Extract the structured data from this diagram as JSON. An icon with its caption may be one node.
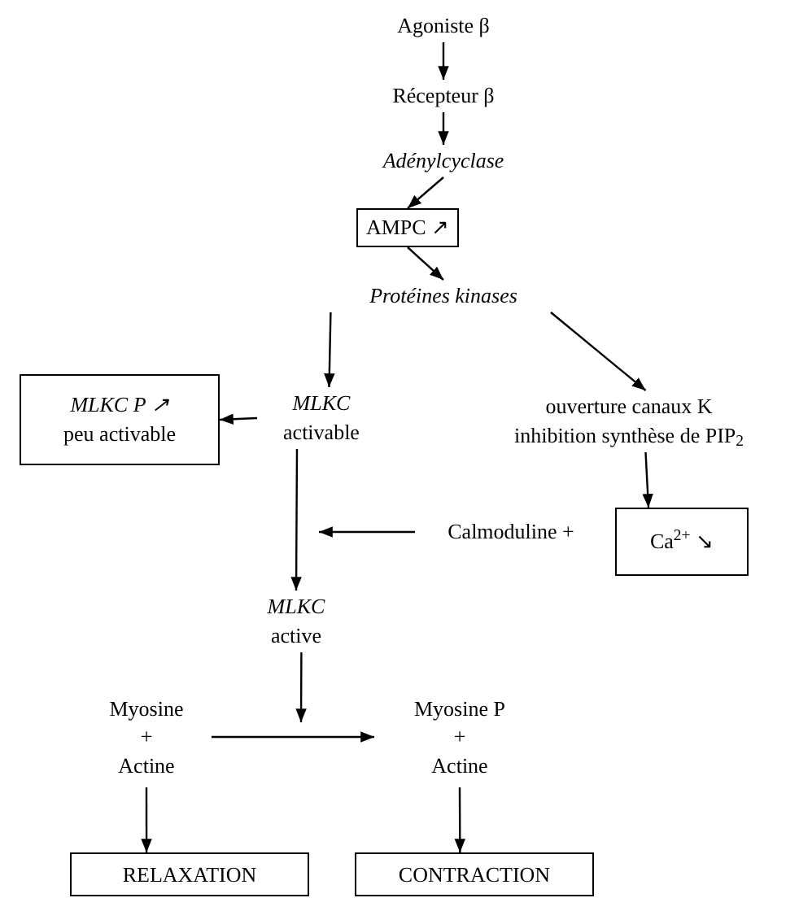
{
  "diagram": {
    "nodes": [
      {
        "text": [
          "Agoniste β"
        ]
      },
      {
        "text": [
          "Récepteur β"
        ]
      },
      {
        "text": [
          "Adénylcyclase"
        ]
      },
      {
        "text": [
          "AMPC ↗"
        ]
      },
      {
        "text": [
          "Protéines kinases"
        ]
      },
      {
        "text": [
          "MLKC P ↗",
          "peu activable"
        ]
      },
      {
        "text": [
          "MLKC",
          "activable"
        ]
      },
      {
        "text": [
          "ouverture canaux K",
          "inhibition synthèse de PIP$_{2}$"
        ]
      },
      {
        "text": [
          "Calmoduline +"
        ]
      },
      {
        "text": [
          "Ca$^{2+}$ ↘"
        ]
      },
      {
        "text": [
          "MLKC",
          "active"
        ]
      },
      {
        "text": [
          "Myosine",
          "+",
          "Actine"
        ]
      },
      {
        "text": [
          "Myosine P",
          "+",
          "Actine"
        ]
      },
      {
        "text": [
          "RELAXATION"
        ]
      },
      {
        "text": [
          "CONTRACTION"
        ]
      }
    ],
    "edges": [
      {
        "from": 0,
        "to": 1,
        "arrow": "to"
      },
      {
        "from": 1,
        "to": 2,
        "arrow": "to"
      },
      {
        "from": 2,
        "to": 3,
        "arrow": "to"
      },
      {
        "from": 3,
        "to": 4,
        "arrow": "to"
      },
      {
        "from": 4,
        "to": 6,
        "arrow": "to"
      },
      {
        "from": 4,
        "to": 7,
        "arrow": "to"
      },
      {
        "from": 6,
        "to": 5,
        "arrow": "to"
      },
      {
        "from": 7,
        "to": 9,
        "arrow": "to"
      },
      {
        "from": 6,
        "to": 10,
        "arrow": "to"
      },
      {
        "from": 8,
        "to": null,
        "arrow": "to"
      },
      {
        "from": 10,
        "to": null,
        "arrow": "to"
      },
      {
        "from": 11,
        "to": 12,
        "arrow": "to"
      },
      {
        "from": 11,
        "to": 13,
        "arrow": "to"
      },
      {
        "from": 12,
        "to": 14,
        "arrow": "to"
      }
    ]
  }
}
